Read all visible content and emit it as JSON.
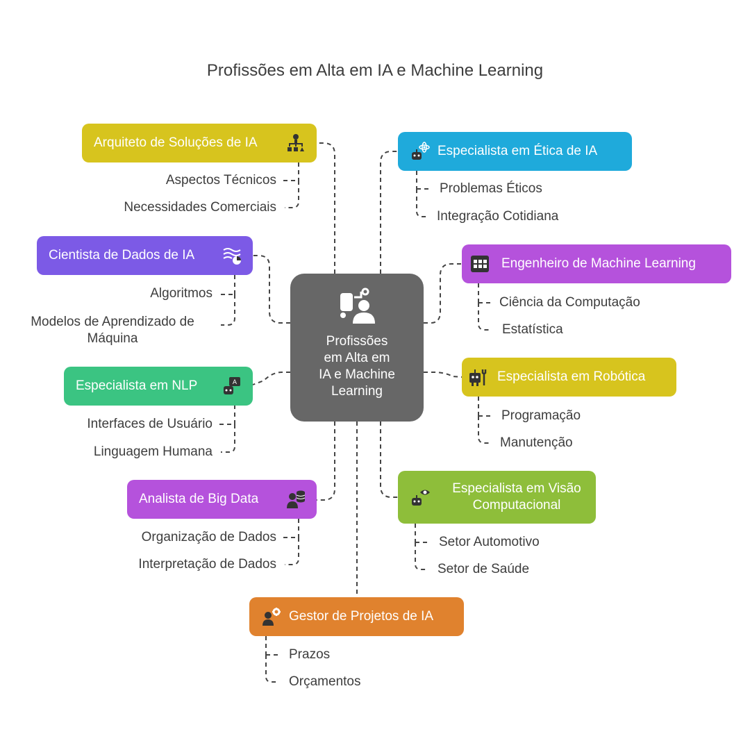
{
  "title": "Profissões em Alta em IA e Machine Learning",
  "center": {
    "lines": [
      "Profissões",
      "em Alta em",
      "IA e Machine",
      "Learning"
    ],
    "icon": "ai-hand-icon",
    "color": "#676767"
  },
  "nodes": {
    "arquiteto": {
      "label": "Arquiteto de Soluções de IA",
      "icon": "org-chart-icon",
      "color": "#D7C41E",
      "subs": [
        "Aspectos Técnicos",
        "Necessidades Comerciais"
      ]
    },
    "cientista": {
      "label": "Cientista de Dados de IA",
      "icon": "data-waves-icon",
      "color": "#7C5AE6",
      "subs": [
        "Algoritmos",
        "Modelos de Aprendizado de Máquina"
      ]
    },
    "nlp": {
      "label": "Especialista em NLP",
      "icon": "robot-chat-icon",
      "color": "#3BC482",
      "subs": [
        "Interfaces de Usuário",
        "Linguagem Humana"
      ]
    },
    "bigdata": {
      "label": "Analista de Big Data",
      "icon": "analyst-database-icon",
      "color": "#B552DC",
      "subs": [
        "Organização de Dados",
        "Interpretação de Dados"
      ]
    },
    "gestor": {
      "label": "Gestor de Projetos de IA",
      "icon": "manager-gear-icon",
      "color": "#E0822E",
      "subs": [
        "Prazos",
        "Orçamentos"
      ]
    },
    "etica": {
      "label": "Especialista em Ética de IA",
      "icon": "robot-atom-icon",
      "color": "#1FAADB",
      "subs": [
        "Problemas Éticos",
        "Integração Cotidiana"
      ]
    },
    "mlengineer": {
      "label": "Engenheiro de Machine Learning",
      "icon": "grid-calendar-icon",
      "color": "#B552DC",
      "subs": [
        "Ciência da Computação",
        "Estatística"
      ]
    },
    "robotica": {
      "label": "Especialista em Robótica",
      "icon": "robot-wrench-icon",
      "color": "#D7C41E",
      "subs": [
        "Programação",
        "Manutenção"
      ]
    },
    "visao": {
      "label": "Especialista em Visão Computacional",
      "icon": "robot-eye-icon",
      "color": "#8EBE3A",
      "subs": [
        "Setor Automotivo",
        "Setor de Saúde"
      ]
    }
  }
}
